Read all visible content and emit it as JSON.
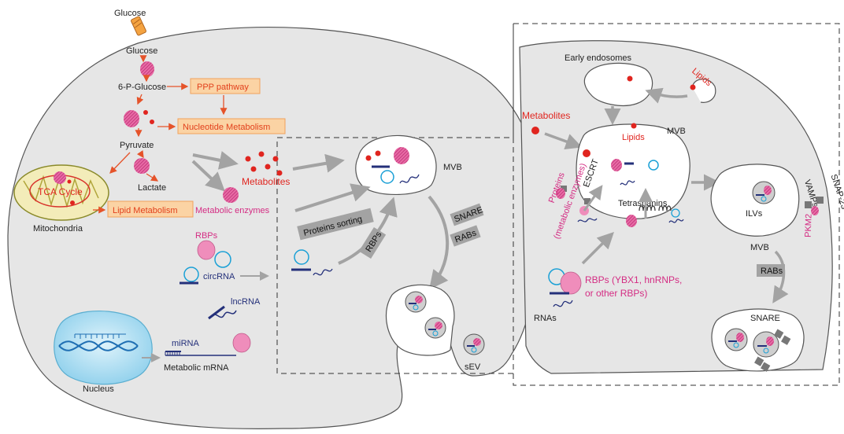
{
  "left_cell": {
    "glucose_input": "Glucose",
    "glucose": "Glucose",
    "six_p_glucose": "6-P-Glucose",
    "ppp_pathway": "PPP pathway",
    "nucleotide_metabolism": "Nucleotide Metabolism",
    "pyruvate": "Pyruvate",
    "lactate": "Lactate",
    "tca_cycle": "TCA Cycle",
    "lipid_metabolism": "Lipid Metabolism",
    "mitochondria": "Mitochondria",
    "metabolites": "Metabolites",
    "metabolic_enzymes": "Metabolic enzymes",
    "rbps": "RBPs",
    "circrna": "circRNA",
    "lncrna": "lncRNA",
    "mirna": "miRNA",
    "metabolic_mrna": "Metabolic mRNA",
    "nucleus": "Nucleus",
    "proteins_sorting": "Proteins sorting",
    "rbps_arrow": "RBPs",
    "mvb": "MVB",
    "snare": "SNARE",
    "rabs": "RABs",
    "sev": "sEV"
  },
  "right_cell": {
    "early_endosomes": "Early endosomes",
    "lipids_top": "Lipids",
    "metabolites": "Metabolites",
    "lipids_mvb": "Lipids",
    "mvb_top": "MVB",
    "escrt": "ESCRT",
    "proteins": "Proteins",
    "metabolic_enzymes": "(metabolic enzymes)",
    "tetraspanins": "Tetraspanins",
    "ilvs": "ILVs",
    "vamps": "VAMPs",
    "snap23": "SNAP-23",
    "pkm2": "PKM2",
    "mvb_bottom": "MVB",
    "rabs": "RABs",
    "snare": "SNARE",
    "rbps_line1": "RBPs (YBX1, hnRNPs,",
    "rbps_line2": "or other RBPs)",
    "rnas": "RNAs"
  },
  "colors": {
    "cell_fill": "#e6e6e6",
    "arrow_gray": "#a3a3a3",
    "metabolic_arrow": "#e5532a",
    "box_fill": "#fbd3a4",
    "box_stroke": "#f0a25c",
    "red_text": "#e0251f",
    "magenta": "#d42c83",
    "rna_blue": "#24307a",
    "circ_blue": "#1aa0d6",
    "mito_fill": "#f3ecb9"
  }
}
